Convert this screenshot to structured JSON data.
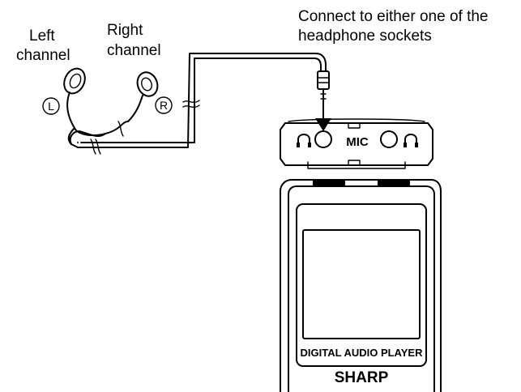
{
  "labels": {
    "connect_line1": "Connect to either one of the",
    "connect_line2": "headphone sockets",
    "left_line1": "Left",
    "left_line2": "channel",
    "right_line1": "Right",
    "right_line2": "channel",
    "left_marker": "L",
    "right_marker": "R",
    "mic": "MIC",
    "device_label": "DIGITAL AUDIO PLAYER",
    "brand": "SHARP"
  },
  "colors": {
    "line": "#000000",
    "background": "#ffffff"
  }
}
